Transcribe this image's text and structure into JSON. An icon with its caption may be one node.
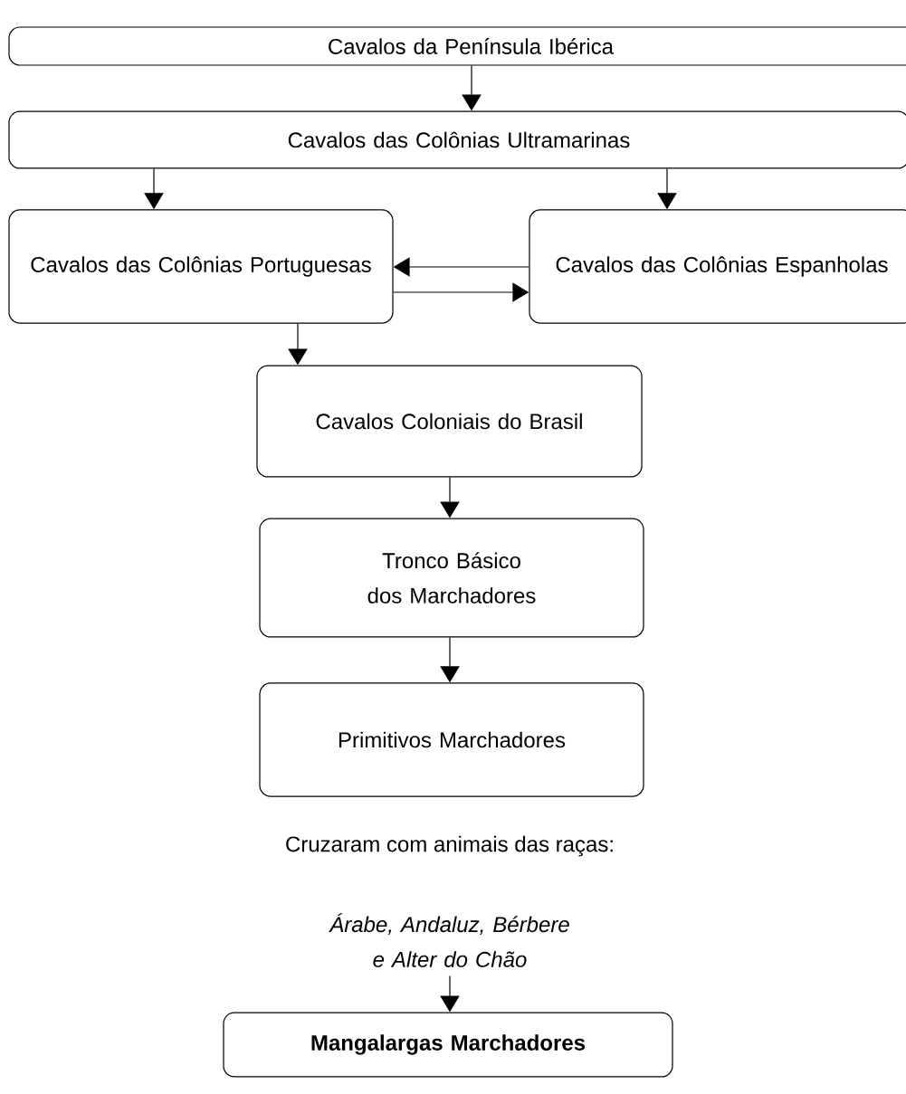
{
  "diagram": {
    "nodes": [
      {
        "text": [
          "Cavalos da Península Ibérica"
        ]
      },
      {
        "text": [
          "Cavalos das Colônias Ultramarinas"
        ]
      },
      {
        "text": [
          "Cavalos das Colônias Portuguesas"
        ]
      },
      {
        "text": [
          "Cavalos das Colônias Espanholas"
        ]
      },
      {
        "text": [
          "Cavalos Coloniais do Brasil"
        ]
      },
      {
        "text": [
          "Tronco Básico dos Marchadores"
        ]
      },
      {
        "text": [
          "Primitivos Marchadores"
        ]
      },
      {
        "text": [
          "Árabe, Andaluz, Bérbere e Alter do Chão"
        ]
      },
      {
        "text": [
          "Mangalargas Marchadores"
        ]
      }
    ],
    "edges": [
      {
        "from": 0,
        "to": 1,
        "arrow": "to"
      },
      {
        "from": 1,
        "to": 2,
        "arrow": "to"
      },
      {
        "from": 1,
        "to": 3,
        "arrow": "to"
      },
      {
        "from": 3,
        "to": 2,
        "arrow": "to"
      },
      {
        "from": 2,
        "to": 3,
        "arrow": "to"
      },
      {
        "from": 2,
        "to": 4,
        "arrow": "to"
      },
      {
        "from": 4,
        "to": 5,
        "arrow": "to"
      },
      {
        "from": 5,
        "to": 6,
        "arrow": "to"
      },
      {
        "from": 7,
        "to": 8,
        "arrow": "to"
      }
    ],
    "labels": [
      "Cruzaram com animais das raças:"
    ]
  }
}
